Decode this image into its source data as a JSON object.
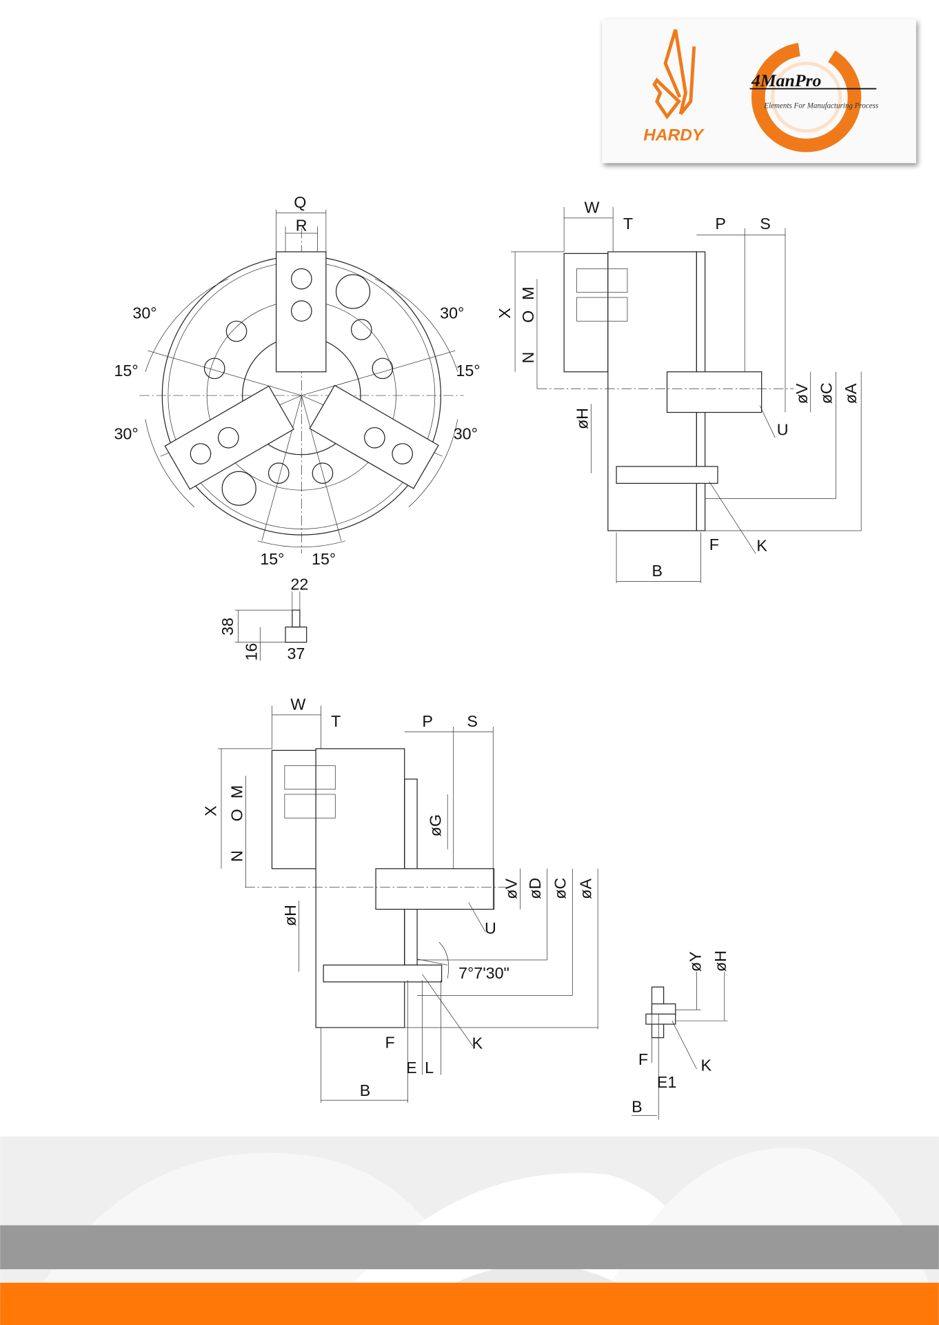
{
  "logo": {
    "hardy_brand": "HARDY",
    "manpro_brand": "4ManPro",
    "manpro_tagline": "Elements For Manufacturing Process"
  },
  "front_view": {
    "Q": "Q",
    "R": "R",
    "angle_30_tl": "30°",
    "angle_15_l": "15°",
    "angle_30_bl": "30°",
    "angle_30_tr": "30°",
    "angle_15_r": "15°",
    "angle_30_br": "30°",
    "angle_15_bl": "15°",
    "angle_15_br": "15°"
  },
  "tnut_detail": {
    "w22": "22",
    "h38": "38",
    "h16": "16",
    "w37": "37"
  },
  "side_view_1": {
    "W": "W",
    "T": "T",
    "P": "P",
    "S": "S",
    "X": "X",
    "M": "M",
    "O": "O",
    "N": "N",
    "H": "øH",
    "V": "øV",
    "C": "øC",
    "A": "øA",
    "U": "U",
    "F": "F",
    "K": "K",
    "B": "B"
  },
  "side_view_2": {
    "W": "W",
    "T": "T",
    "P": "P",
    "S": "S",
    "X": "X",
    "M": "M",
    "O": "O",
    "N": "N",
    "G": "øG",
    "V": "øV",
    "D": "øD",
    "C": "øC",
    "A": "øA",
    "H": "øH",
    "U": "U",
    "angle": "7°7'30\"",
    "K": "K",
    "F": "F",
    "E": "E",
    "L": "L",
    "B": "B"
  },
  "detail_3": {
    "Y": "øY",
    "H": "øH",
    "F": "F",
    "K": "K",
    "E1": "E1",
    "B": "B"
  },
  "colors": {
    "orange": "#ff7808",
    "gray_band": "#999999"
  }
}
